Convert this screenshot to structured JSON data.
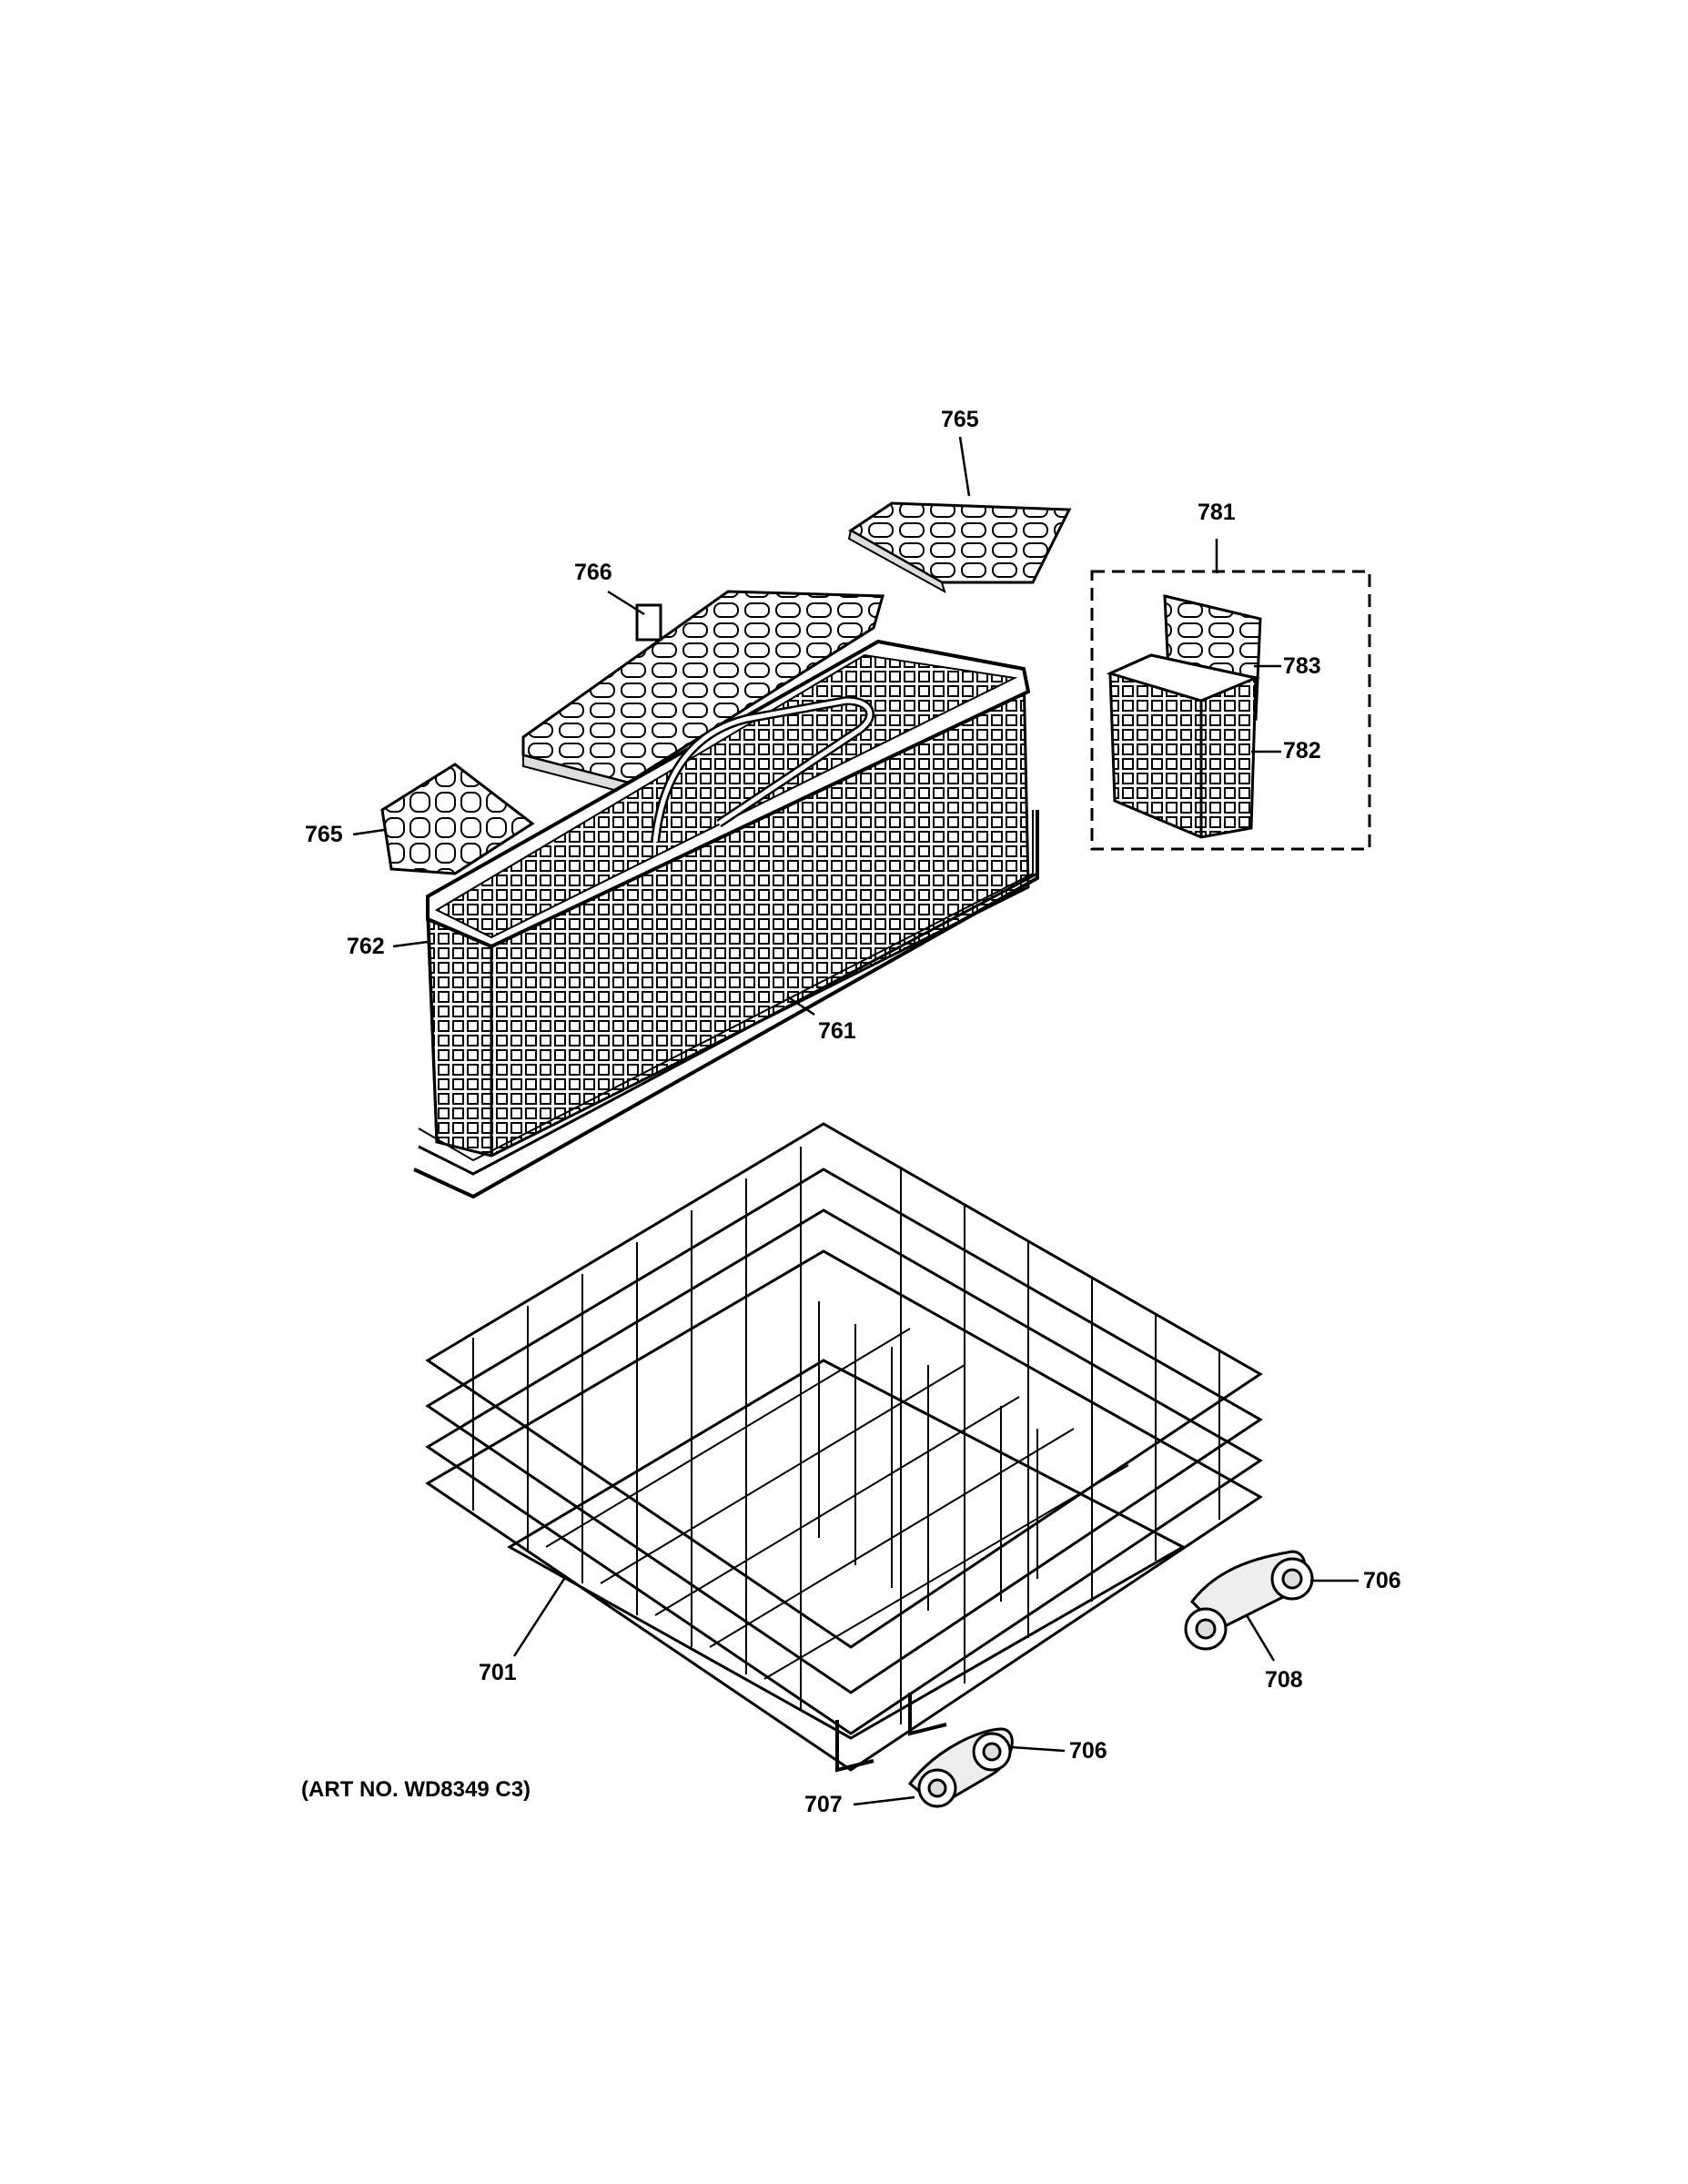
{
  "callouts": {
    "c765_top": "765",
    "c781": "781",
    "c766": "766",
    "c783": "783",
    "c782": "782",
    "c765_left": "765",
    "c762": "762",
    "c761": "761",
    "c706_right": "706",
    "c701": "701",
    "c708": "708",
    "c706_bottom": "706",
    "c707": "707"
  },
  "art_number": "(ART NO. WD8349 C3)"
}
